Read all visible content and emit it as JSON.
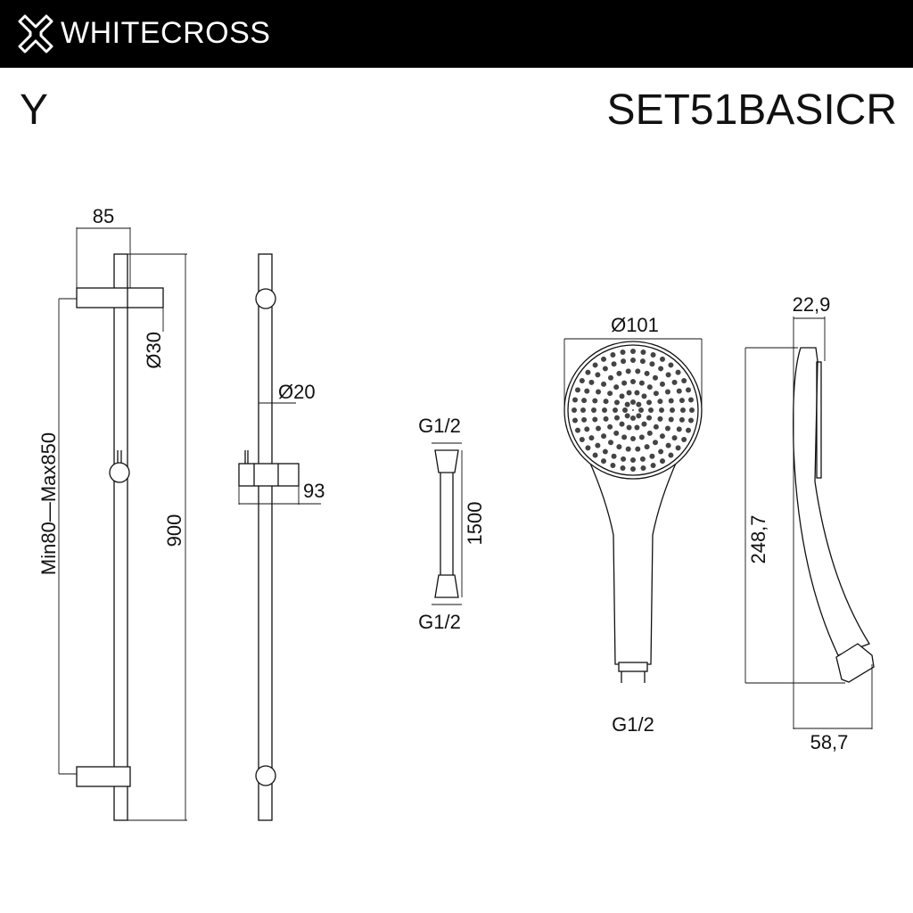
{
  "header": {
    "brand": "WHITECROSS",
    "logo_icon": "cross-logo-icon"
  },
  "series": "Y",
  "model": "SET51BASICR",
  "dimensions": {
    "bracket_projection": "85",
    "bracket_diameter": "Ø30",
    "rail_length": "900",
    "bracket_spacing": "Min80—Max850",
    "rail_diameter": "Ø20",
    "holder_projection": "93",
    "hose_connection_top": "G1/2",
    "hose_length": "1500",
    "hose_connection_bottom": "G1/2",
    "head_diameter": "Ø101",
    "handshower_connection": "G1/2",
    "head_depth": "22,9",
    "handshower_length": "248,7",
    "handshower_total_depth": "58,7"
  }
}
